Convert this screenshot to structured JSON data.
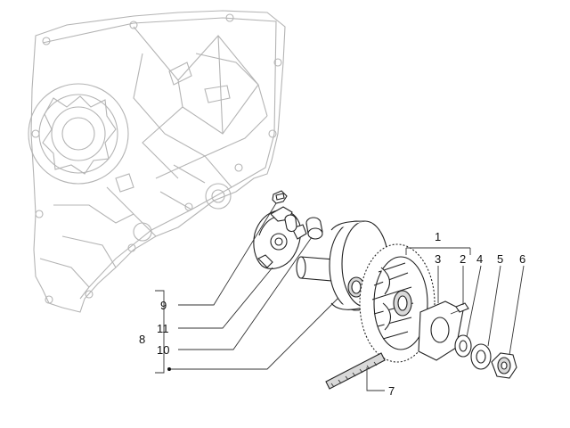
{
  "callouts": {
    "c1": "1",
    "c2": "2",
    "c3": "3",
    "c4": "4",
    "c5": "5",
    "c6": "6",
    "c7": "7",
    "c8": "8",
    "c9": "9",
    "c10": "10",
    "c11": "11"
  },
  "colors": {
    "ghost_lines": "#b4b4b4",
    "part_lines": "#222222",
    "text": "#111111"
  }
}
